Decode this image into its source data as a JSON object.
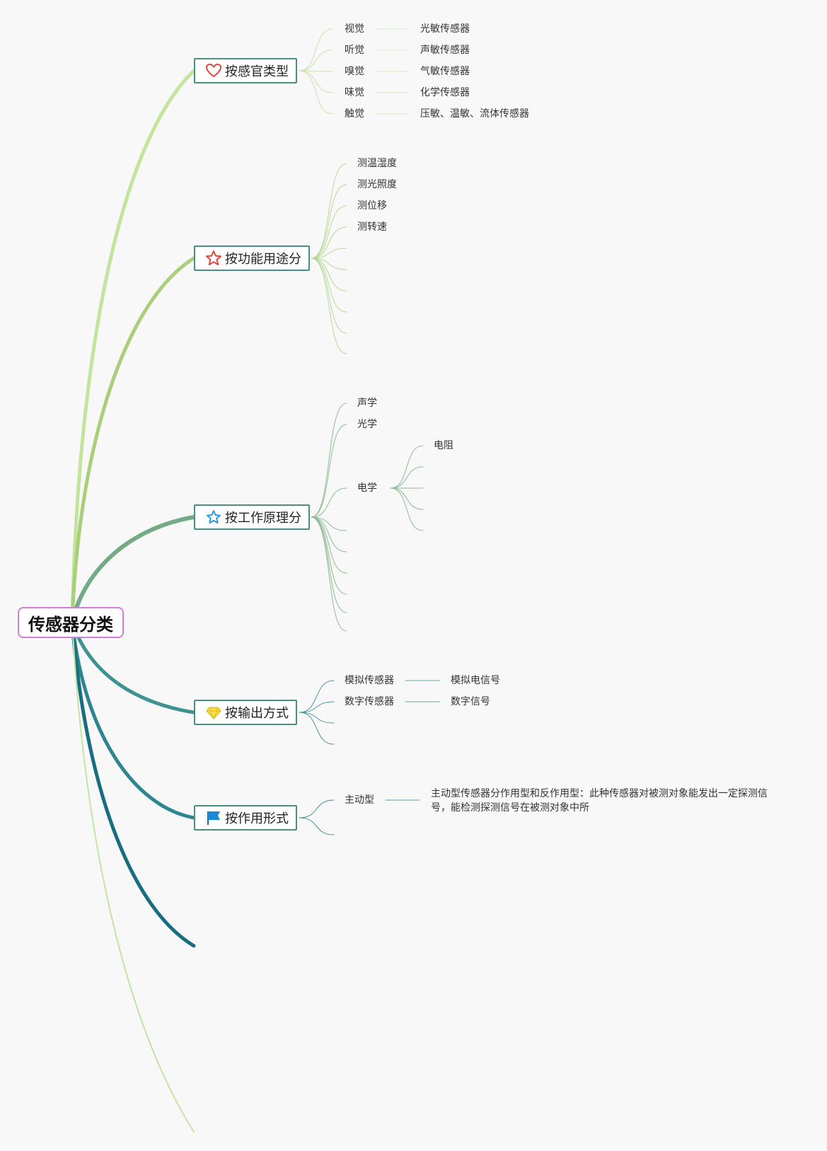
{
  "root": {
    "label": "传感器分类"
  },
  "topics": [
    {
      "label": "按感官类型",
      "icon": "heart-icon",
      "icon_color": "#e0453a",
      "children": [
        {
          "label": "视觉",
          "detail": "光敏传感器"
        },
        {
          "label": "听觉",
          "detail": "声敏传感器"
        },
        {
          "label": "嗅觉",
          "detail": "气敏传感器"
        },
        {
          "label": "味觉",
          "detail": "化学传感器"
        },
        {
          "label": "触觉",
          "detail": "压敏、温敏、流体传感器"
        }
      ]
    },
    {
      "label": "按功能用途分",
      "icon": "star-icon",
      "icon_color": "#e0453a",
      "children": [
        {
          "label": "测温湿度"
        },
        {
          "label": "测光照度"
        },
        {
          "label": "测位移"
        },
        {
          "label": "测转速"
        }
      ]
    },
    {
      "label": "按工作原理分",
      "icon": "star-outline-icon",
      "icon_color": "#2f9be0",
      "children": [
        {
          "label": "声学"
        },
        {
          "label": "光学"
        },
        {
          "label": "电学",
          "sub": [
            {
              "label": "电阻"
            }
          ]
        }
      ]
    },
    {
      "label": "按输出方式",
      "icon": "diamond-icon",
      "icon_color": "#f2d22b",
      "children": [
        {
          "label": "模拟传感器",
          "detail": "模拟电信号"
        },
        {
          "label": "数字传感器",
          "detail": "数字信号"
        }
      ]
    },
    {
      "label": "按作用形式",
      "icon": "flag-icon",
      "icon_color": "#1a8ad8",
      "children": [
        {
          "label": "主动型",
          "detail": "主动型传感器分作用型和反作用型：此种传感器对被测对象能发出一定探测信号，能检测探测信号在被测对象中所"
        }
      ]
    }
  ],
  "colors": {
    "background": "#f8f8f8",
    "root_border": "#d27fd6",
    "topic_border": "#4a8f7f"
  }
}
